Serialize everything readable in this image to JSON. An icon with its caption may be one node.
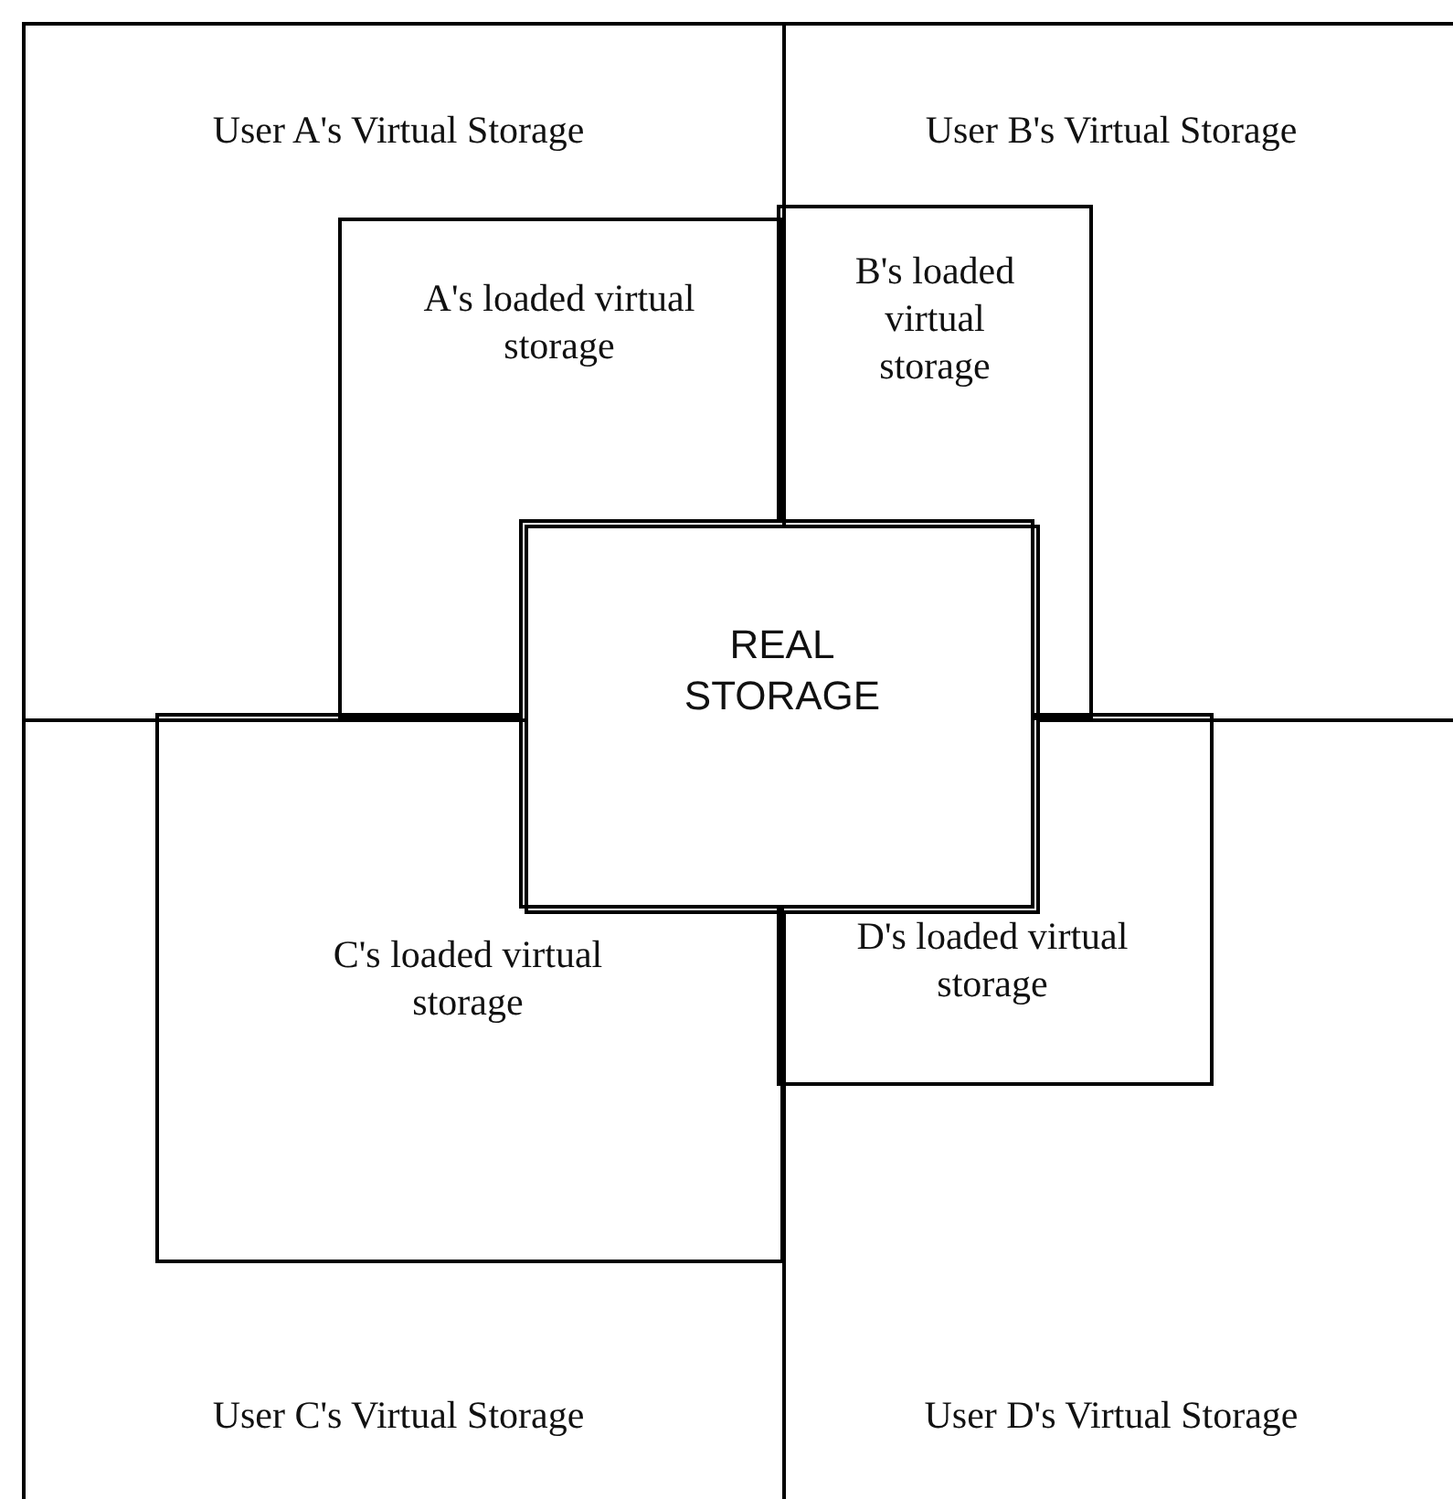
{
  "diagram": {
    "nodes": [
      {
        "text": [
          "User A's Virtual Storage"
        ]
      },
      {
        "text": [
          "A's loaded virtual storage"
        ],
        "in": 0
      },
      {
        "text": [
          "User B's Virtual Storage"
        ]
      },
      {
        "text": [
          "B's loaded virtual storage"
        ],
        "in": 2
      },
      {
        "text": [
          "REAL STORAGE"
        ]
      },
      {
        "text": [
          "User C's Virtual Storage"
        ]
      },
      {
        "text": [
          "C's loaded virtual storage"
        ],
        "in": 5
      },
      {
        "text": [
          "User D's Virtual Storage"
        ]
      },
      {
        "text": [
          "D's loaded virtual storage"
        ],
        "in": 7
      }
    ]
  }
}
